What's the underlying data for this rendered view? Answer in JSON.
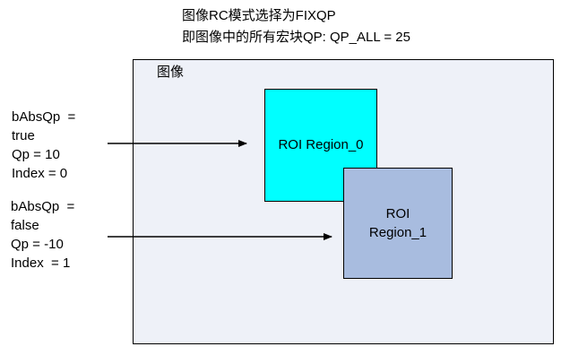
{
  "title": {
    "line1": "图像RC模式选择为FIXQP",
    "line2": "即图像中的所有宏块QP: QP_ALL = 25"
  },
  "image_frame": {
    "label": "图像",
    "background": "#eef1f8"
  },
  "roi_regions": [
    {
      "label": "ROI Region_0",
      "color": "#00ffff"
    },
    {
      "label_lines": [
        "ROI",
        "Region_1"
      ],
      "color": "#a8bcdf"
    }
  ],
  "params": [
    {
      "lines": [
        "bAbsQp  =",
        "true",
        "Qp = 10",
        "Index = 0"
      ]
    },
    {
      "lines": [
        "bAbsQp  =",
        "false",
        "Qp = -10",
        "Index  = 1"
      ]
    }
  ]
}
